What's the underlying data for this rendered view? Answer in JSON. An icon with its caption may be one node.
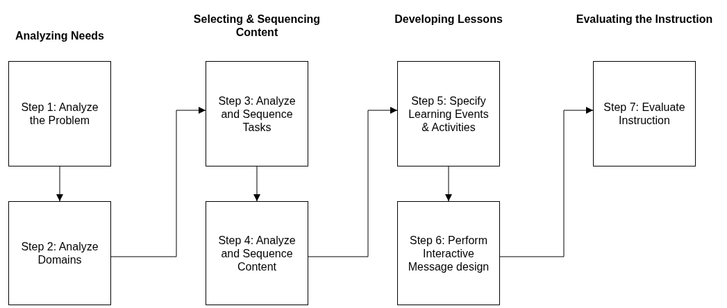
{
  "diagram": {
    "nodes": [
      {
        "text": [
          "Step 1: Analyze the Problem"
        ]
      },
      {
        "text": [
          "Step 2: Analyze Domains"
        ]
      },
      {
        "text": [
          "Step 3: Analyze and Sequence Tasks"
        ]
      },
      {
        "text": [
          "Step 4: Analyze and Sequence Content"
        ]
      },
      {
        "text": [
          "Step 5: Specify Learning Events & Activities"
        ]
      },
      {
        "text": [
          "Step 6: Perform Interactive Message design"
        ]
      },
      {
        "text": [
          "Step 7: Evaluate Instruction"
        ]
      }
    ],
    "edges": [
      {
        "from": 0,
        "to": 1,
        "arrow": "to"
      },
      {
        "from": 1,
        "to": 2,
        "arrow": "to"
      },
      {
        "from": 2,
        "to": 3,
        "arrow": "to"
      },
      {
        "from": 3,
        "to": 4,
        "arrow": "to"
      },
      {
        "from": 4,
        "to": 5,
        "arrow": "to"
      },
      {
        "from": 5,
        "to": 6,
        "arrow": "to"
      }
    ],
    "labels": [
      "Analyzing Needs",
      "Selecting & Sequencing Content",
      "Developing Lessons",
      "Evaluating the Instruction"
    ]
  }
}
